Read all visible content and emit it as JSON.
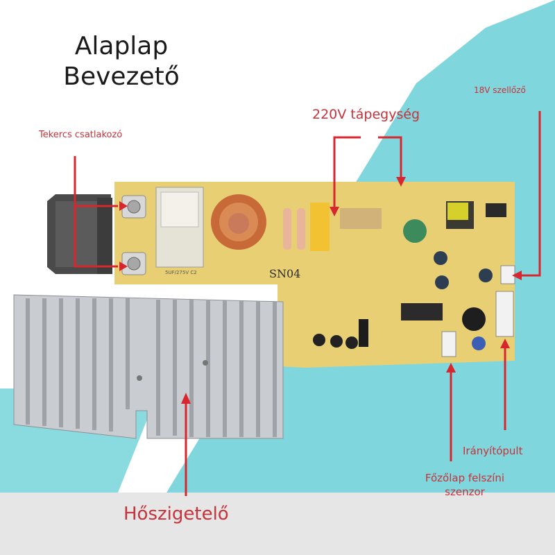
{
  "title": {
    "line1": "Alaplap",
    "line2": "Bevezető"
  },
  "labels": {
    "coil_connector": "Tekercs csatlakozó",
    "power_supply_220v": "220V tápegység",
    "fan_18v": "18V szellőző",
    "control_panel": "Irányítópult",
    "surface_sensor": "Főzőlap felszíni szenzor",
    "heat_sink": "Hőszigetelő"
  },
  "board": {
    "silkscreen_model": "SN04"
  },
  "colors": {
    "accent_red": "#c8323a",
    "background_teal": "#7fd6dc",
    "bottom_band": "#e6e6e6",
    "pcb_yellow": "#e9cf73",
    "heat_sink_silver": "#c9ccd0"
  }
}
